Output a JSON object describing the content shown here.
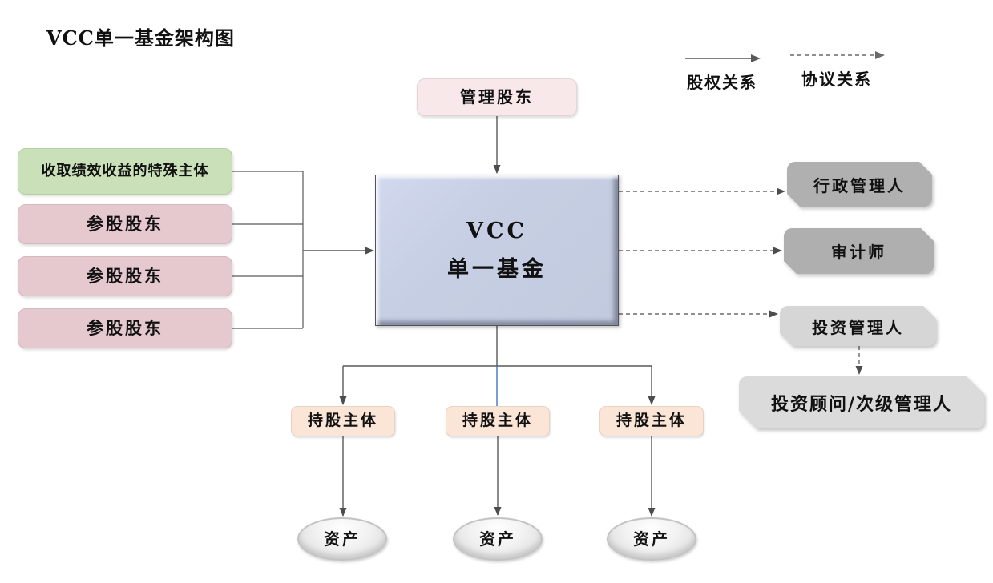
{
  "title": "VCC单一基金架构图",
  "legend": {
    "equity_label": "股权关系",
    "agreement_label": "协议关系"
  },
  "nodes": {
    "managing_shareholder": "管理股东",
    "special_entity": "收取绩效收益的特殊主体",
    "participating_shareholders": [
      "参股股东",
      "参股股东",
      "参股股东"
    ],
    "vcc_line1": "VCC",
    "vcc_line2": "单一基金",
    "administrator": "行政管理人",
    "auditor": "审计师",
    "investment_manager": "投资管理人",
    "investment_advisor": "投资顾问/次级管理人",
    "holding_entities": [
      "持股主体",
      "持股主体",
      "持股主体"
    ],
    "assets": [
      "资产",
      "资产",
      "资产"
    ]
  },
  "colors": {
    "managing_shareholder_bg": "#F8E8EA",
    "special_entity_bg": "#C9E0B8",
    "shareholder_bg": "#E5C9CF",
    "vcc_bg": "#C6CEE3",
    "administrator_bg": "#B0B0B0",
    "auditor_bg": "#AFAFAF",
    "investment_manager_bg": "#D6D6D6",
    "investment_advisor_bg": "#DBDBDB",
    "holding_bg": "#FBE5D6",
    "asset_bg": "#E6E6E6",
    "connector": "#595959",
    "blue_connector": "#4472C4"
  }
}
